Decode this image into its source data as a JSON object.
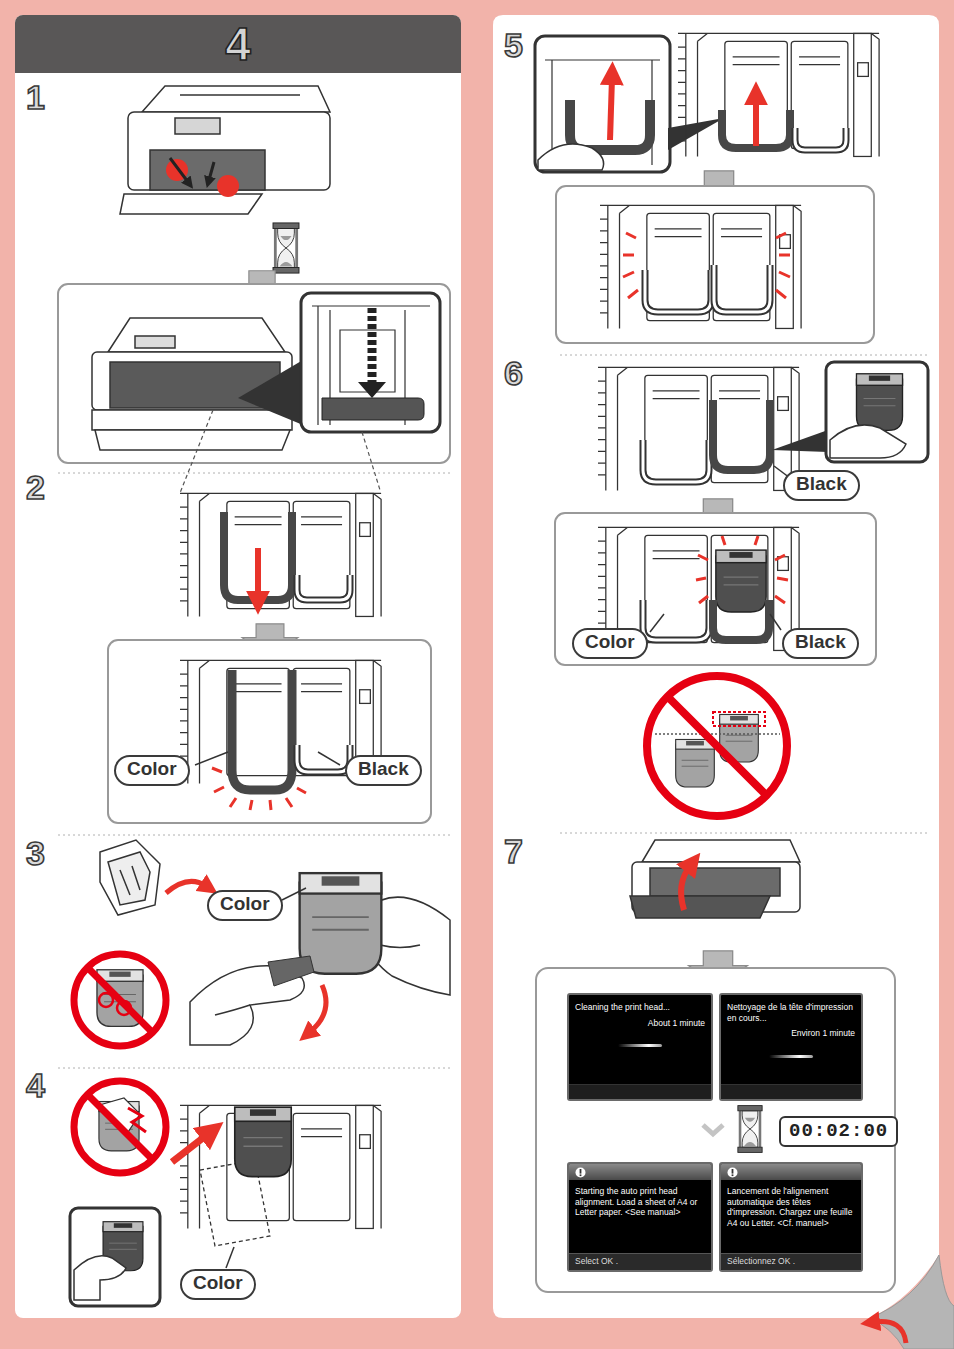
{
  "diagram": {
    "nodes": [
      {
        "text": [
          "4"
        ]
      },
      {
        "text": [
          "Color"
        ]
      },
      {
        "text": [
          "Black"
        ]
      },
      {
        "text": [
          "Color"
        ]
      },
      {
        "text": [
          "Color"
        ]
      },
      {
        "text": [
          "Black"
        ]
      },
      {
        "text": [
          "Color"
        ]
      },
      {
        "text": [
          "Black"
        ]
      },
      {
        "text": [
          "Cleaning the print head...",
          "About 1 minute"
        ]
      },
      {
        "text": [
          "Nettoyage de la tête d'impression en cours...",
          "Environ 1 minute"
        ]
      },
      {
        "text": [
          "00:02:00"
        ]
      },
      {
        "text": [
          "Starting the auto print head alignment. Load a sheet of A4 or Letter paper. <See manual>",
          "Select OK ."
        ]
      },
      {
        "text": [
          "Lancement de l'alignement automatique des têtes d'impression. Chargez une feuille A4 ou Letter. <Cf. manuel>",
          "Sélectionnez OK ."
        ]
      }
    ],
    "labels": [
      "1",
      "2",
      "3",
      "4",
      "5",
      "6",
      "7"
    ]
  }
}
